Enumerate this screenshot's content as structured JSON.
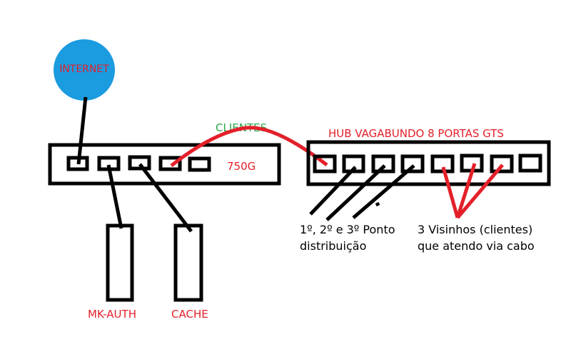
{
  "labels": {
    "internet": "INTERNET",
    "router": "750G",
    "clientes": "CLIENTES",
    "hub": "HUB VAGABUNDO 8 PORTAS GTS",
    "mk_auth": "MK-AUTH",
    "cache": "CACHE",
    "distribution_line1": "1º, 2º e 3º Ponto",
    "distribution_line2": "distribuição",
    "neighbors_line1": "3 Visinhos (clientes)",
    "neighbors_line2": "que atendo via cabo"
  },
  "colors": {
    "internet_cloud": "#1b9be0",
    "label_red": "#e3202a",
    "label_green": "#2aa84a",
    "cable_red": "#e3202a",
    "cable_black": "#000000"
  }
}
